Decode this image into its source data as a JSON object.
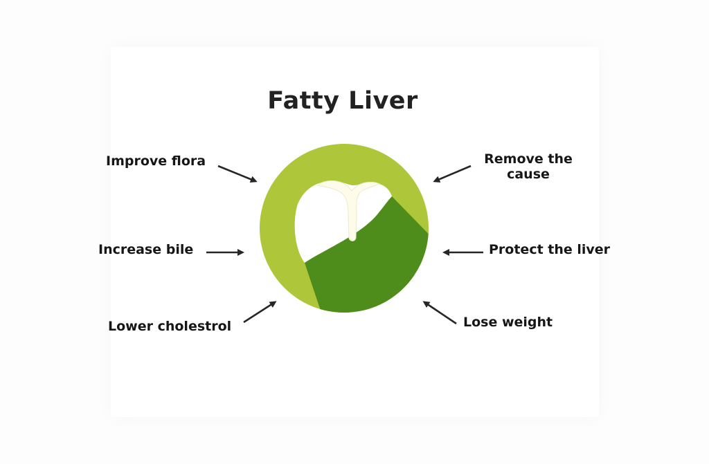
{
  "title": "Fatty Liver",
  "labels": {
    "improve_flora": "Improve flora",
    "increase_bile": "Increase bile",
    "lower_cholestrol": "Lower cholestrol",
    "remove_the_cause": "Remove the cause",
    "protect_the_liver": "Protect the liver",
    "lose_weight": "Lose weight"
  },
  "colors": {
    "circle_light_green": "#aec639",
    "liver_dark_green": "#4e8c1c",
    "arrow": "#262626",
    "title_text": "#222222"
  },
  "icons": {
    "center": "liver-icon",
    "arrows": "arrow-icon"
  }
}
